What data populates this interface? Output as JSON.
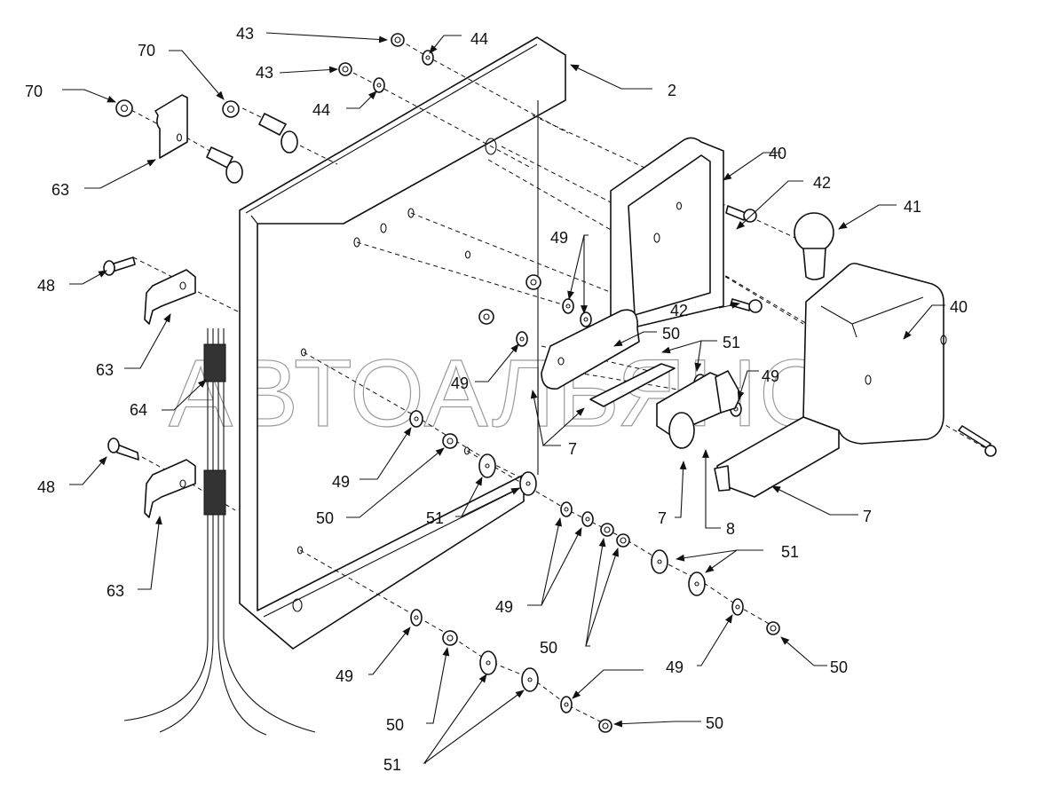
{
  "diagram": {
    "type": "exploded-parts-view",
    "watermark": "АВТОАЛЬЯНС",
    "callouts": [
      {
        "id": "c-43a",
        "label": "43",
        "part": "nut"
      },
      {
        "id": "c-44a",
        "label": "44",
        "part": "washer"
      },
      {
        "id": "c-70a",
        "label": "70",
        "part": "nut"
      },
      {
        "id": "c-43b",
        "label": "43",
        "part": "nut"
      },
      {
        "id": "c-70b",
        "label": "70",
        "part": "nut"
      },
      {
        "id": "c-44b",
        "label": "44",
        "part": "washer"
      },
      {
        "id": "c-2",
        "label": "2",
        "part": "mounting-bracket"
      },
      {
        "id": "c-63a",
        "label": "63",
        "part": "cable-clip"
      },
      {
        "id": "c-40a",
        "label": "40",
        "part": "lamp-frame"
      },
      {
        "id": "c-42a",
        "label": "42",
        "part": "screw"
      },
      {
        "id": "c-41",
        "label": "41",
        "part": "bulb"
      },
      {
        "id": "c-49a",
        "label": "49",
        "part": "washer"
      },
      {
        "id": "c-48a",
        "label": "48",
        "part": "bolt"
      },
      {
        "id": "c-42b",
        "label": "42",
        "part": "screw"
      },
      {
        "id": "c-40b",
        "label": "40",
        "part": "lamp-lens"
      },
      {
        "id": "c-50a",
        "label": "50",
        "part": "nut"
      },
      {
        "id": "c-51a",
        "label": "51",
        "part": "washer"
      },
      {
        "id": "c-63b",
        "label": "63",
        "part": "cable-clip"
      },
      {
        "id": "c-49b",
        "label": "49",
        "part": "washer"
      },
      {
        "id": "c-49c",
        "label": "49",
        "part": "washer"
      },
      {
        "id": "c-64",
        "label": "64",
        "part": "wire-harness"
      },
      {
        "id": "c-7a",
        "label": "7",
        "part": "plate-lamp"
      },
      {
        "id": "c-49d",
        "label": "49",
        "part": "washer"
      },
      {
        "id": "c-48b",
        "label": "48",
        "part": "bolt"
      },
      {
        "id": "c-50b",
        "label": "50",
        "part": "nut"
      },
      {
        "id": "c-51b",
        "label": "51",
        "part": "washer"
      },
      {
        "id": "c-7b",
        "label": "7",
        "part": "plate-lamp"
      },
      {
        "id": "c-8",
        "label": "8",
        "part": "lamp-holder"
      },
      {
        "id": "c-7c",
        "label": "7",
        "part": "plate-lamp"
      },
      {
        "id": "c-51c",
        "label": "51",
        "part": "washer"
      },
      {
        "id": "c-63c",
        "label": "63",
        "part": "cable-clip"
      },
      {
        "id": "c-49e",
        "label": "49",
        "part": "washer"
      },
      {
        "id": "c-50c",
        "label": "50",
        "part": "nut"
      },
      {
        "id": "c-49f",
        "label": "49",
        "part": "washer"
      },
      {
        "id": "c-50d",
        "label": "50",
        "part": "nut"
      },
      {
        "id": "c-49g",
        "label": "49",
        "part": "washer"
      },
      {
        "id": "c-50e",
        "label": "50",
        "part": "nut"
      },
      {
        "id": "c-50f",
        "label": "50",
        "part": "nut"
      },
      {
        "id": "c-51d",
        "label": "51",
        "part": "washer"
      }
    ]
  }
}
